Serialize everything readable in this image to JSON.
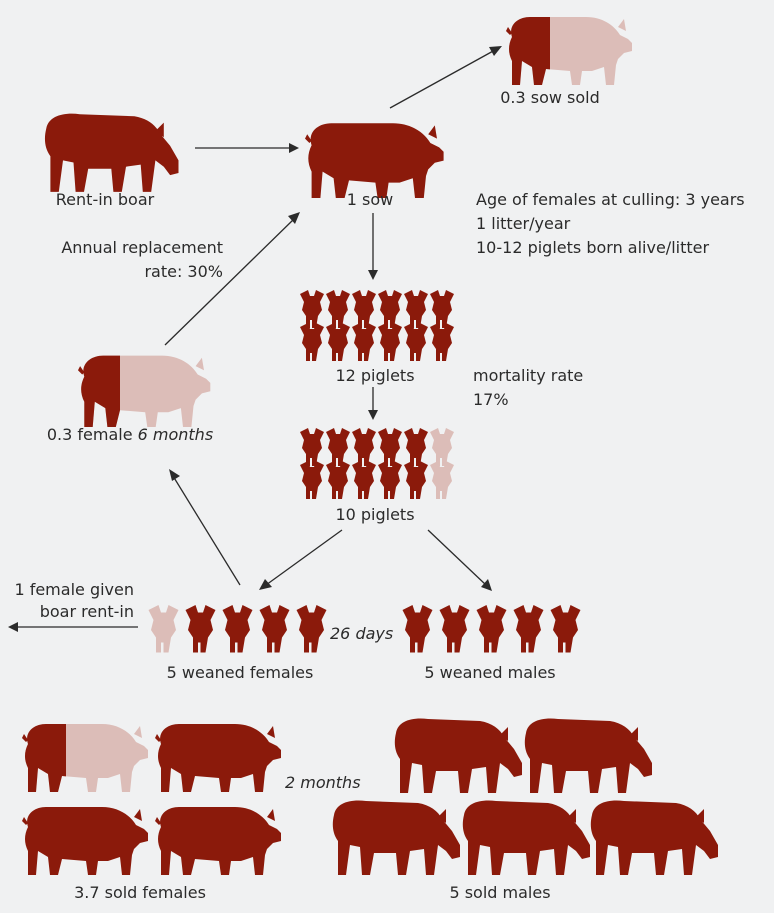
{
  "colors": {
    "pig": "#8b1a0b",
    "pig_light": "#dcbdb8",
    "background": "#f0f1f2",
    "text": "#2b2b2b"
  },
  "labels": {
    "sow_sold": "0.3 sow sold",
    "rent_in_boar": "Rent-in boar",
    "one_sow": "1 sow",
    "sow_facts": [
      "Age of females at culling: 3 years",
      "1 litter/year",
      "10-12 piglets born alive/litter"
    ],
    "replacement": [
      "Annual replacement",
      "rate: 30%"
    ],
    "piglets_12": "12 piglets",
    "mortality": [
      "mortality rate",
      "17%"
    ],
    "female_6m_prefix": "0.3 female",
    "female_6m_age": "6 months",
    "piglets_10": "10 piglets",
    "boar_rent": [
      "1 female given",
      "boar rent-in"
    ],
    "weaning_age": "26 days",
    "weaned_females": "5 weaned females",
    "weaned_males": "5 weaned males",
    "two_months": "2 months",
    "sold_females": "3.7 sold females",
    "sold_males": "5 sold males"
  },
  "flow": {
    "piglets_born": 12,
    "piglets_survived": 10,
    "weaned_females": 5,
    "weaned_males": 5,
    "females_given_for_boar": 1,
    "replacement_females": 0.3,
    "sows_sold": 0.3,
    "sold_females": 3.7,
    "sold_males": 5
  }
}
